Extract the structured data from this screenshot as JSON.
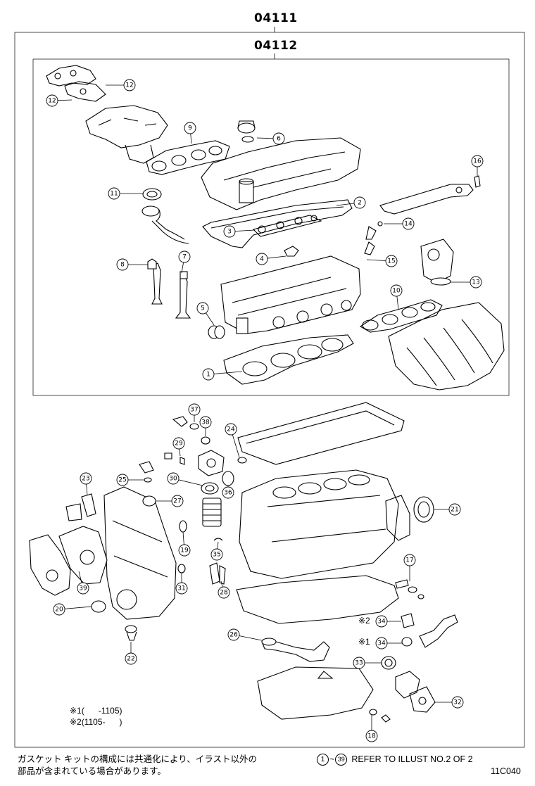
{
  "header": {
    "outer_kit_code": "04111",
    "inner_kit_code": "04112"
  },
  "parts": [
    {
      "id": "p12a",
      "label": "12"
    },
    {
      "id": "p12b",
      "label": "12"
    },
    {
      "id": "p9",
      "label": "9"
    },
    {
      "id": "p6",
      "label": "6"
    },
    {
      "id": "p16",
      "label": "16"
    },
    {
      "id": "p11",
      "label": "11"
    },
    {
      "id": "p2",
      "label": "2"
    },
    {
      "id": "p3",
      "label": "3"
    },
    {
      "id": "p14",
      "label": "14"
    },
    {
      "id": "p4",
      "label": "4"
    },
    {
      "id": "p15",
      "label": "15"
    },
    {
      "id": "p8",
      "label": "8"
    },
    {
      "id": "p7",
      "label": "7"
    },
    {
      "id": "p13",
      "label": "13"
    },
    {
      "id": "p10",
      "label": "10"
    },
    {
      "id": "p5",
      "label": "5"
    },
    {
      "id": "p1",
      "label": "1"
    },
    {
      "id": "p37",
      "label": "37"
    },
    {
      "id": "p38",
      "label": "38"
    },
    {
      "id": "p24",
      "label": "24"
    },
    {
      "id": "p29",
      "label": "29"
    },
    {
      "id": "p25",
      "label": "25"
    },
    {
      "id": "p30",
      "label": "30"
    },
    {
      "id": "p23",
      "label": "23"
    },
    {
      "id": "p36",
      "label": "36"
    },
    {
      "id": "p27",
      "label": "27"
    },
    {
      "id": "p21",
      "label": "21"
    },
    {
      "id": "p19",
      "label": "19"
    },
    {
      "id": "p35",
      "label": "35"
    },
    {
      "id": "p17",
      "label": "17"
    },
    {
      "id": "p39",
      "label": "39"
    },
    {
      "id": "p31",
      "label": "31"
    },
    {
      "id": "p28",
      "label": "28"
    },
    {
      "id": "p20",
      "label": "20"
    },
    {
      "id": "p34a",
      "label": "34"
    },
    {
      "id": "p26",
      "label": "26"
    },
    {
      "id": "p34b",
      "label": "34"
    },
    {
      "id": "p33",
      "label": "33"
    },
    {
      "id": "p22",
      "label": "22"
    },
    {
      "id": "p32",
      "label": "32"
    },
    {
      "id": "p18",
      "label": "18"
    }
  ],
  "variant_marks": {
    "m2_prefix": "※2",
    "m1_prefix": "※1"
  },
  "notes": {
    "line1": "※1(      -1105)",
    "line2": "※2(1105-      )"
  },
  "footer": {
    "japanese_line1": "ガスケット キットの構成には共通化により、イラスト以外の",
    "japanese_line2": "部品が含まれている場合があります。",
    "range_start": "1",
    "range_tilde": "~",
    "range_end": "39",
    "reference_text": "REFER TO ILLUST NO.2 OF 2",
    "illustration_code": "11C040"
  }
}
